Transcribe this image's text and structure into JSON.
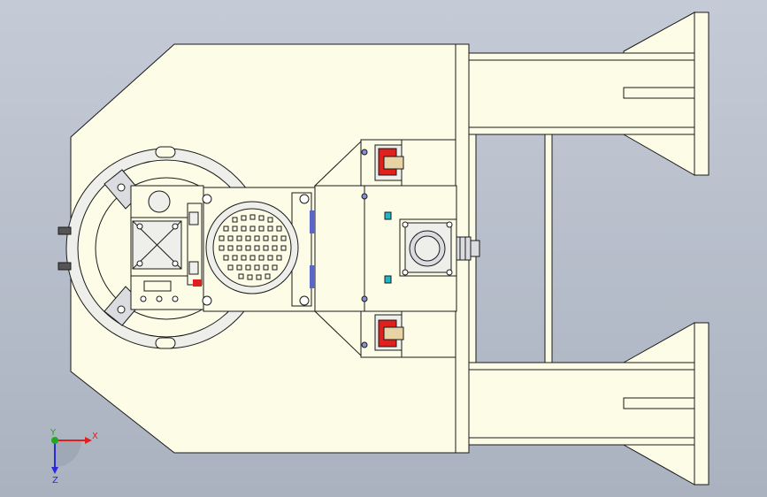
{
  "viewport": {
    "background_top": "#c5cbd6",
    "background_bottom": "#aab2c0"
  },
  "model": {
    "part_fill": "#fdfce6",
    "edge_color": "#1a1a1a",
    "steel_fill": "#dadce0",
    "accent_red": "#e0201c",
    "accent_cyan": "#1fb6c9",
    "accent_tan": "#e8d3a4"
  },
  "triad": {
    "x_label": "X",
    "y_label": "Y",
    "z_label": "Z",
    "x_color": "#e0201c",
    "y_color": "#22a822",
    "z_color": "#2a2ad8"
  }
}
